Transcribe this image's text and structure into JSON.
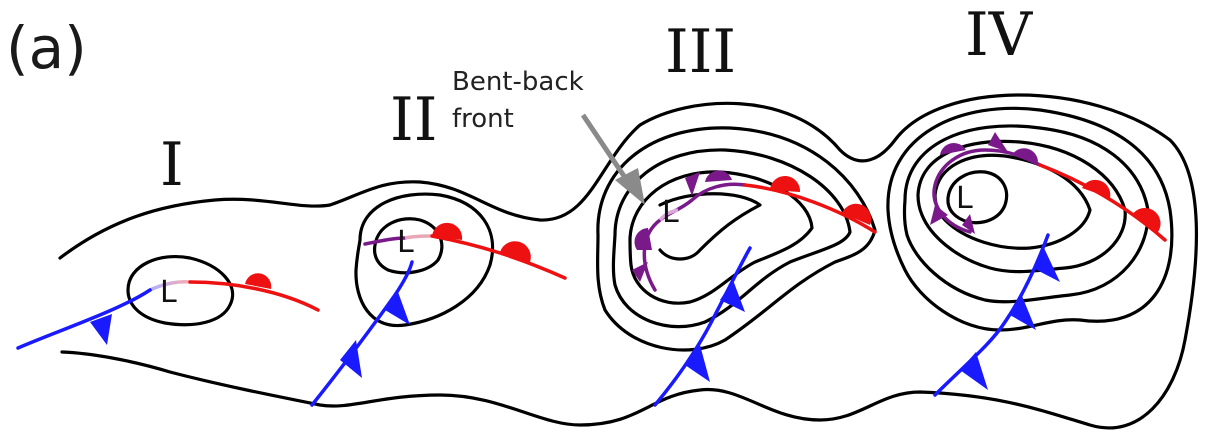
{
  "figure": {
    "panel_label": "(a)",
    "annotation": {
      "text_line1": "Bent-back",
      "text_line2": "front"
    },
    "stages": [
      {
        "numeral": "I",
        "low_label": "L"
      },
      {
        "numeral": "II",
        "low_label": "L"
      },
      {
        "numeral": "III",
        "low_label": "L"
      },
      {
        "numeral": "IV",
        "low_label": "L"
      }
    ],
    "colors": {
      "isobar": "#000000",
      "cold_front": "#1a1aff",
      "warm_front": "#ee1111",
      "occluded_front": "#7a1a8a",
      "annotation_arrow": "#8a8a8a"
    }
  }
}
